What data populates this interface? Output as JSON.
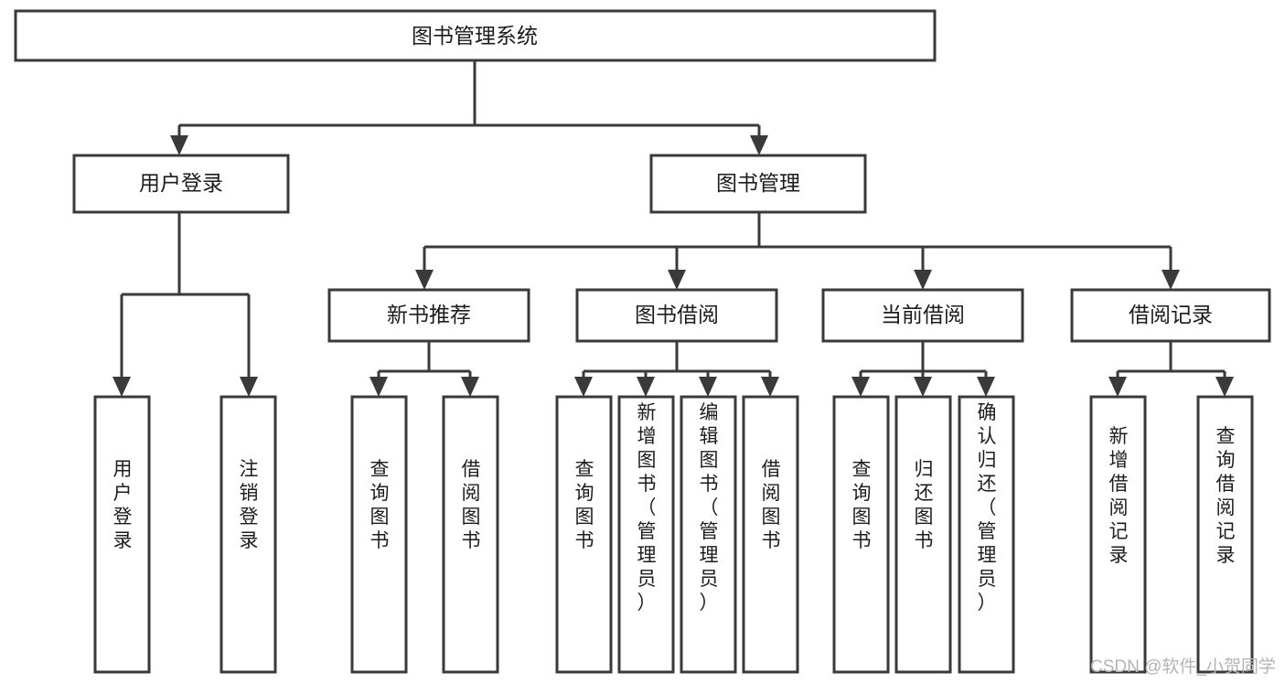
{
  "diagram": {
    "type": "hierarchy-tree",
    "title": "图书管理系统",
    "orientation": "top-down",
    "levels": 4,
    "root": {
      "id": "root",
      "label": "图书管理系统",
      "orientation": "horizontal"
    },
    "level2": [
      {
        "id": "user-login",
        "label": "用户登录",
        "orientation": "horizontal"
      },
      {
        "id": "book-manage",
        "label": "图书管理",
        "orientation": "horizontal"
      }
    ],
    "level3": [
      {
        "id": "new-book-rec",
        "label": "新书推荐",
        "orientation": "horizontal",
        "parent": "book-manage"
      },
      {
        "id": "book-borrow",
        "label": "图书借阅",
        "orientation": "horizontal",
        "parent": "book-manage"
      },
      {
        "id": "current-borrow",
        "label": "当前借阅",
        "orientation": "horizontal",
        "parent": "book-manage"
      },
      {
        "id": "borrow-record",
        "label": "借阅记录",
        "orientation": "horizontal",
        "parent": "book-manage"
      }
    ],
    "leaves": [
      {
        "id": "leaf-user-login",
        "label": "用户登录",
        "orientation": "vertical",
        "parent": "user-login"
      },
      {
        "id": "leaf-user-logout",
        "label": "注销登录",
        "orientation": "vertical",
        "parent": "user-login"
      },
      {
        "id": "leaf-query-book-1",
        "label": "查询图书",
        "orientation": "vertical",
        "parent": "new-book-rec"
      },
      {
        "id": "leaf-borrow-book-1",
        "label": "借阅图书",
        "orientation": "vertical",
        "parent": "new-book-rec"
      },
      {
        "id": "leaf-query-book-2",
        "label": "查询图书",
        "orientation": "vertical",
        "parent": "book-borrow"
      },
      {
        "id": "leaf-add-book",
        "label": "新增图书（管理员）",
        "orientation": "vertical",
        "parent": "book-borrow"
      },
      {
        "id": "leaf-edit-book",
        "label": "编辑图书（管理员）",
        "orientation": "vertical",
        "parent": "book-borrow"
      },
      {
        "id": "leaf-borrow-book-2",
        "label": "借阅图书",
        "orientation": "vertical",
        "parent": "book-borrow"
      },
      {
        "id": "leaf-query-book-3",
        "label": "查询图书",
        "orientation": "vertical",
        "parent": "current-borrow"
      },
      {
        "id": "leaf-return-book",
        "label": "归还图书",
        "orientation": "vertical",
        "parent": "current-borrow"
      },
      {
        "id": "leaf-confirm-return",
        "label": "确认归还（管理员）",
        "orientation": "vertical",
        "parent": "current-borrow"
      },
      {
        "id": "leaf-add-record",
        "label": "新增借阅记录",
        "orientation": "vertical",
        "parent": "borrow-record"
      },
      {
        "id": "leaf-query-record",
        "label": "查询借阅记录",
        "orientation": "vertical",
        "parent": "borrow-record"
      }
    ]
  },
  "watermark": {
    "text": "CSDN @软件_小贺同学"
  },
  "colors": {
    "box_stroke": "#3a3a3a",
    "box_fill": "#ffffff",
    "text": "#1c1c1c",
    "connector": "#3a3a3a",
    "watermark": "#b4b4b4",
    "background": "#ffffff"
  }
}
